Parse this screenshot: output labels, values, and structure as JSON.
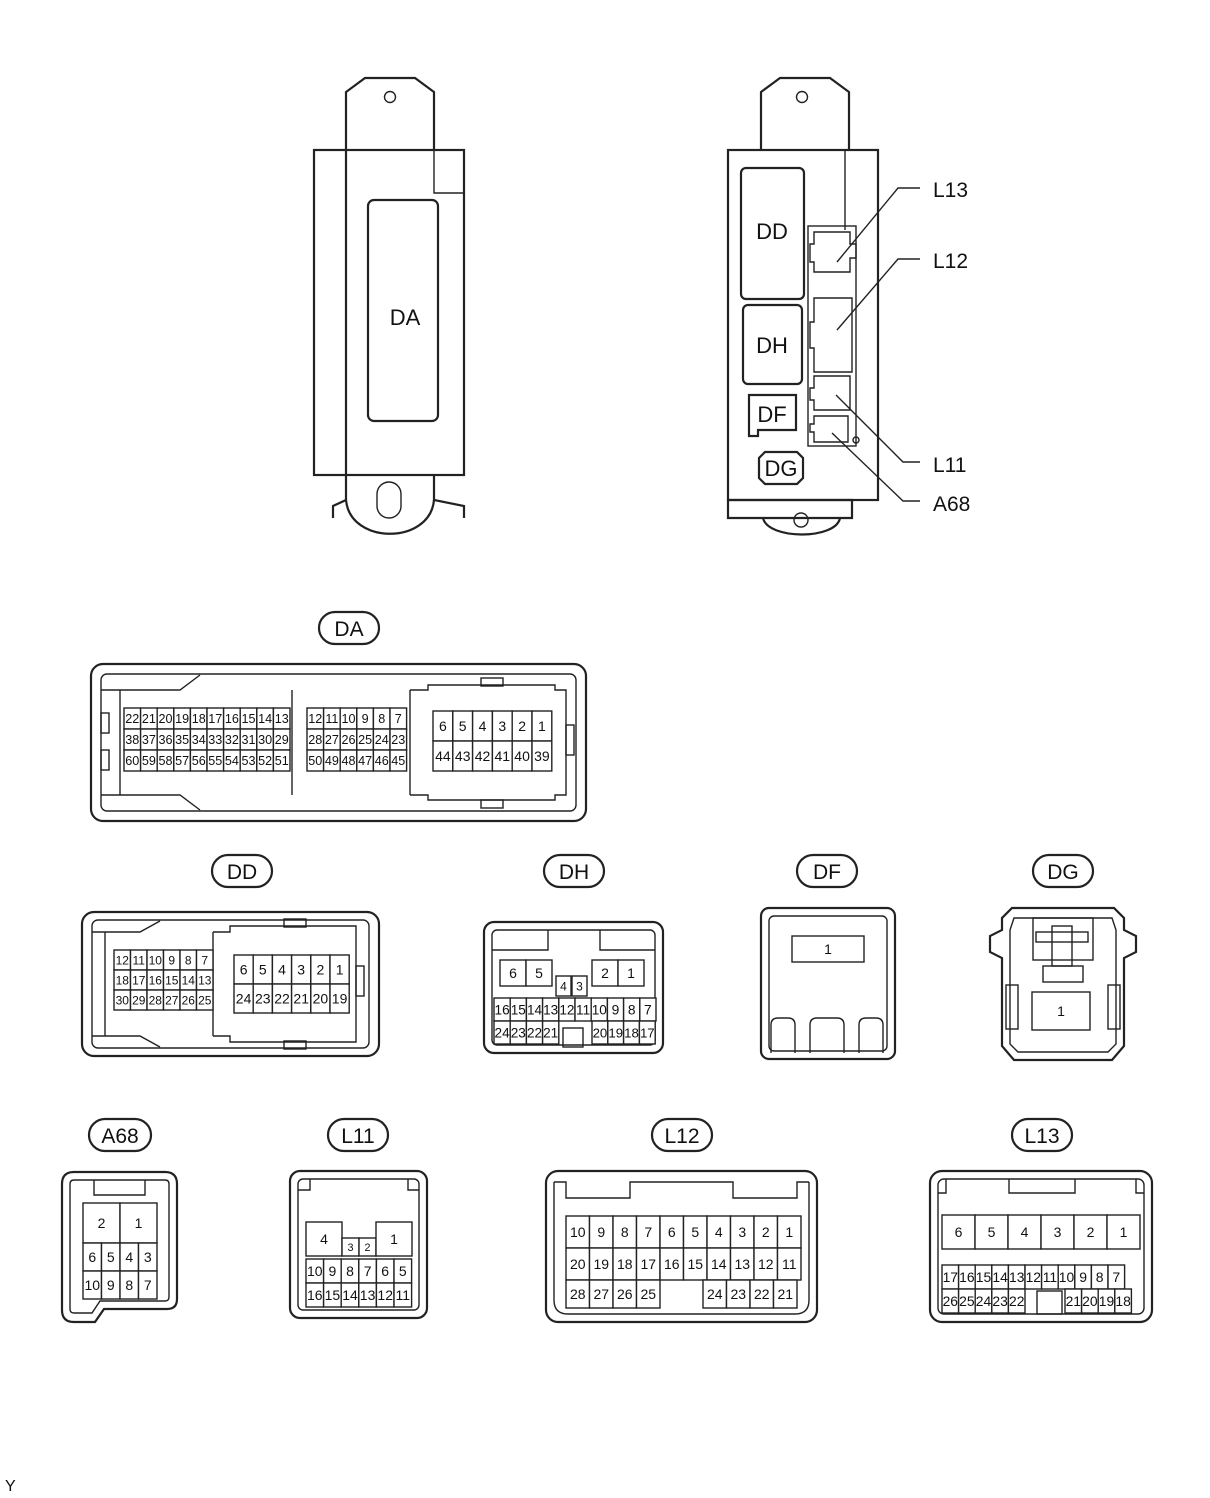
{
  "unit_labels": {
    "left_unit": "DA",
    "right_unit": [
      "DD",
      "DH",
      "DF",
      "DG"
    ],
    "callouts": [
      "L13",
      "L12",
      "L11",
      "A68"
    ]
  },
  "connectors": {
    "DA": {
      "label": "DA",
      "pins": [
        "22",
        "21",
        "20",
        "19",
        "18",
        "17",
        "16",
        "15",
        "14",
        "13",
        "38",
        "37",
        "36",
        "35",
        "34",
        "33",
        "32",
        "31",
        "30",
        "29",
        "60",
        "59",
        "58",
        "57",
        "56",
        "55",
        "54",
        "53",
        "52",
        "51",
        "12",
        "11",
        "10",
        "9",
        "8",
        "7",
        "28",
        "27",
        "26",
        "25",
        "24",
        "23",
        "50",
        "49",
        "48",
        "47",
        "46",
        "45",
        "6",
        "5",
        "4",
        "3",
        "2",
        "1",
        "44",
        "43",
        "42",
        "41",
        "40",
        "39"
      ]
    },
    "DD": {
      "label": "DD",
      "pins": [
        "12",
        "11",
        "10",
        "9",
        "8",
        "7",
        "18",
        "17",
        "16",
        "15",
        "14",
        "13",
        "30",
        "29",
        "28",
        "27",
        "26",
        "25",
        "6",
        "5",
        "4",
        "3",
        "2",
        "1",
        "24",
        "23",
        "22",
        "21",
        "20",
        "19"
      ]
    },
    "DH": {
      "label": "DH",
      "pins": [
        "6",
        "5",
        "4",
        "3",
        "2",
        "1",
        "16",
        "15",
        "14",
        "13",
        "12",
        "11",
        "10",
        "9",
        "8",
        "7",
        "24",
        "23",
        "22",
        "21",
        "20",
        "19",
        "18",
        "17"
      ]
    },
    "DF": {
      "label": "DF",
      "pins": [
        "1"
      ]
    },
    "DG": {
      "label": "DG",
      "pins": [
        "1"
      ]
    },
    "A68": {
      "label": "A68",
      "pins": [
        "2",
        "1",
        "6",
        "5",
        "4",
        "3",
        "10",
        "9",
        "8",
        "7"
      ]
    },
    "L11": {
      "label": "L11",
      "pins": [
        "4",
        "3",
        "2",
        "1",
        "10",
        "9",
        "8",
        "7",
        "6",
        "5",
        "16",
        "15",
        "14",
        "13",
        "12",
        "11"
      ]
    },
    "L12": {
      "label": "L12",
      "pins": [
        "10",
        "9",
        "8",
        "7",
        "6",
        "5",
        "4",
        "3",
        "2",
        "1",
        "20",
        "19",
        "18",
        "17",
        "16",
        "15",
        "14",
        "13",
        "12",
        "11",
        "28",
        "27",
        "26",
        "25",
        "24",
        "23",
        "22",
        "21"
      ]
    },
    "L13": {
      "label": "L13",
      "pins": [
        "6",
        "5",
        "4",
        "3",
        "2",
        "1",
        "17",
        "16",
        "15",
        "14",
        "13",
        "12",
        "11",
        "10",
        "9",
        "8",
        "7",
        "26",
        "25",
        "24",
        "23",
        "22",
        "21",
        "20",
        "19",
        "18"
      ]
    }
  },
  "footer_code": "Y"
}
